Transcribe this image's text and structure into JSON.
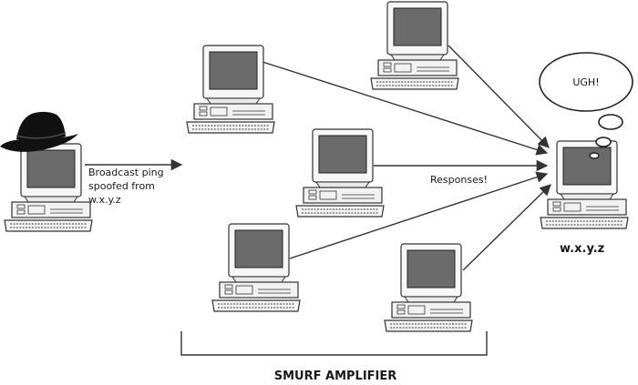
{
  "diagram": {
    "attacker_label_lines": [
      "Broadcast ping",
      "spoofed from",
      "w.x.y.z"
    ],
    "responses_label": "Responses!",
    "victim_label": "w.x.y.z",
    "bubble_text": "UGH!",
    "amplifier_label": "SMURF AMPLIFIER"
  },
  "icons": {
    "computer": "desktop-computer-icon",
    "hat": "fedora-hat-icon",
    "bubble": "thought-bubble-icon"
  },
  "colors": {
    "stroke": "#333333",
    "screen": "#6b6b6b",
    "case": "#f4f4f4"
  }
}
